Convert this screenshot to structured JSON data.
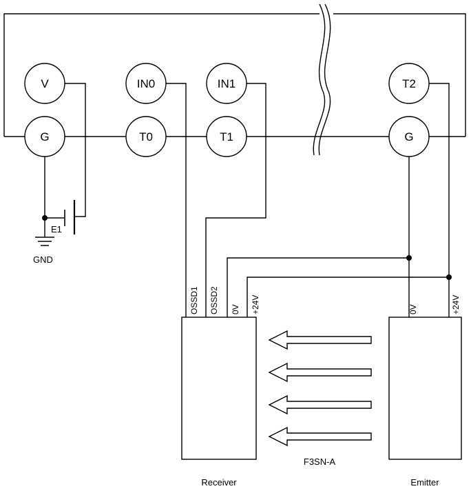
{
  "terminals": {
    "v": "V",
    "in0": "IN0",
    "in1": "IN1",
    "t2": "T2",
    "g_left": "G",
    "t0": "T0",
    "t1": "T1",
    "g_right": "G"
  },
  "labels": {
    "e1": "E1",
    "gnd": "GND",
    "model": "F3SN-A",
    "receiver": "Receiver",
    "emitter": "Emitter"
  },
  "receiver_pins": {
    "ossd1": "OSSD1",
    "ossd2": "OSSD2",
    "zero_v": "0V",
    "plus24v": "+24V"
  },
  "emitter_pins": {
    "zero_v": "0V",
    "plus24v": "+24V"
  }
}
